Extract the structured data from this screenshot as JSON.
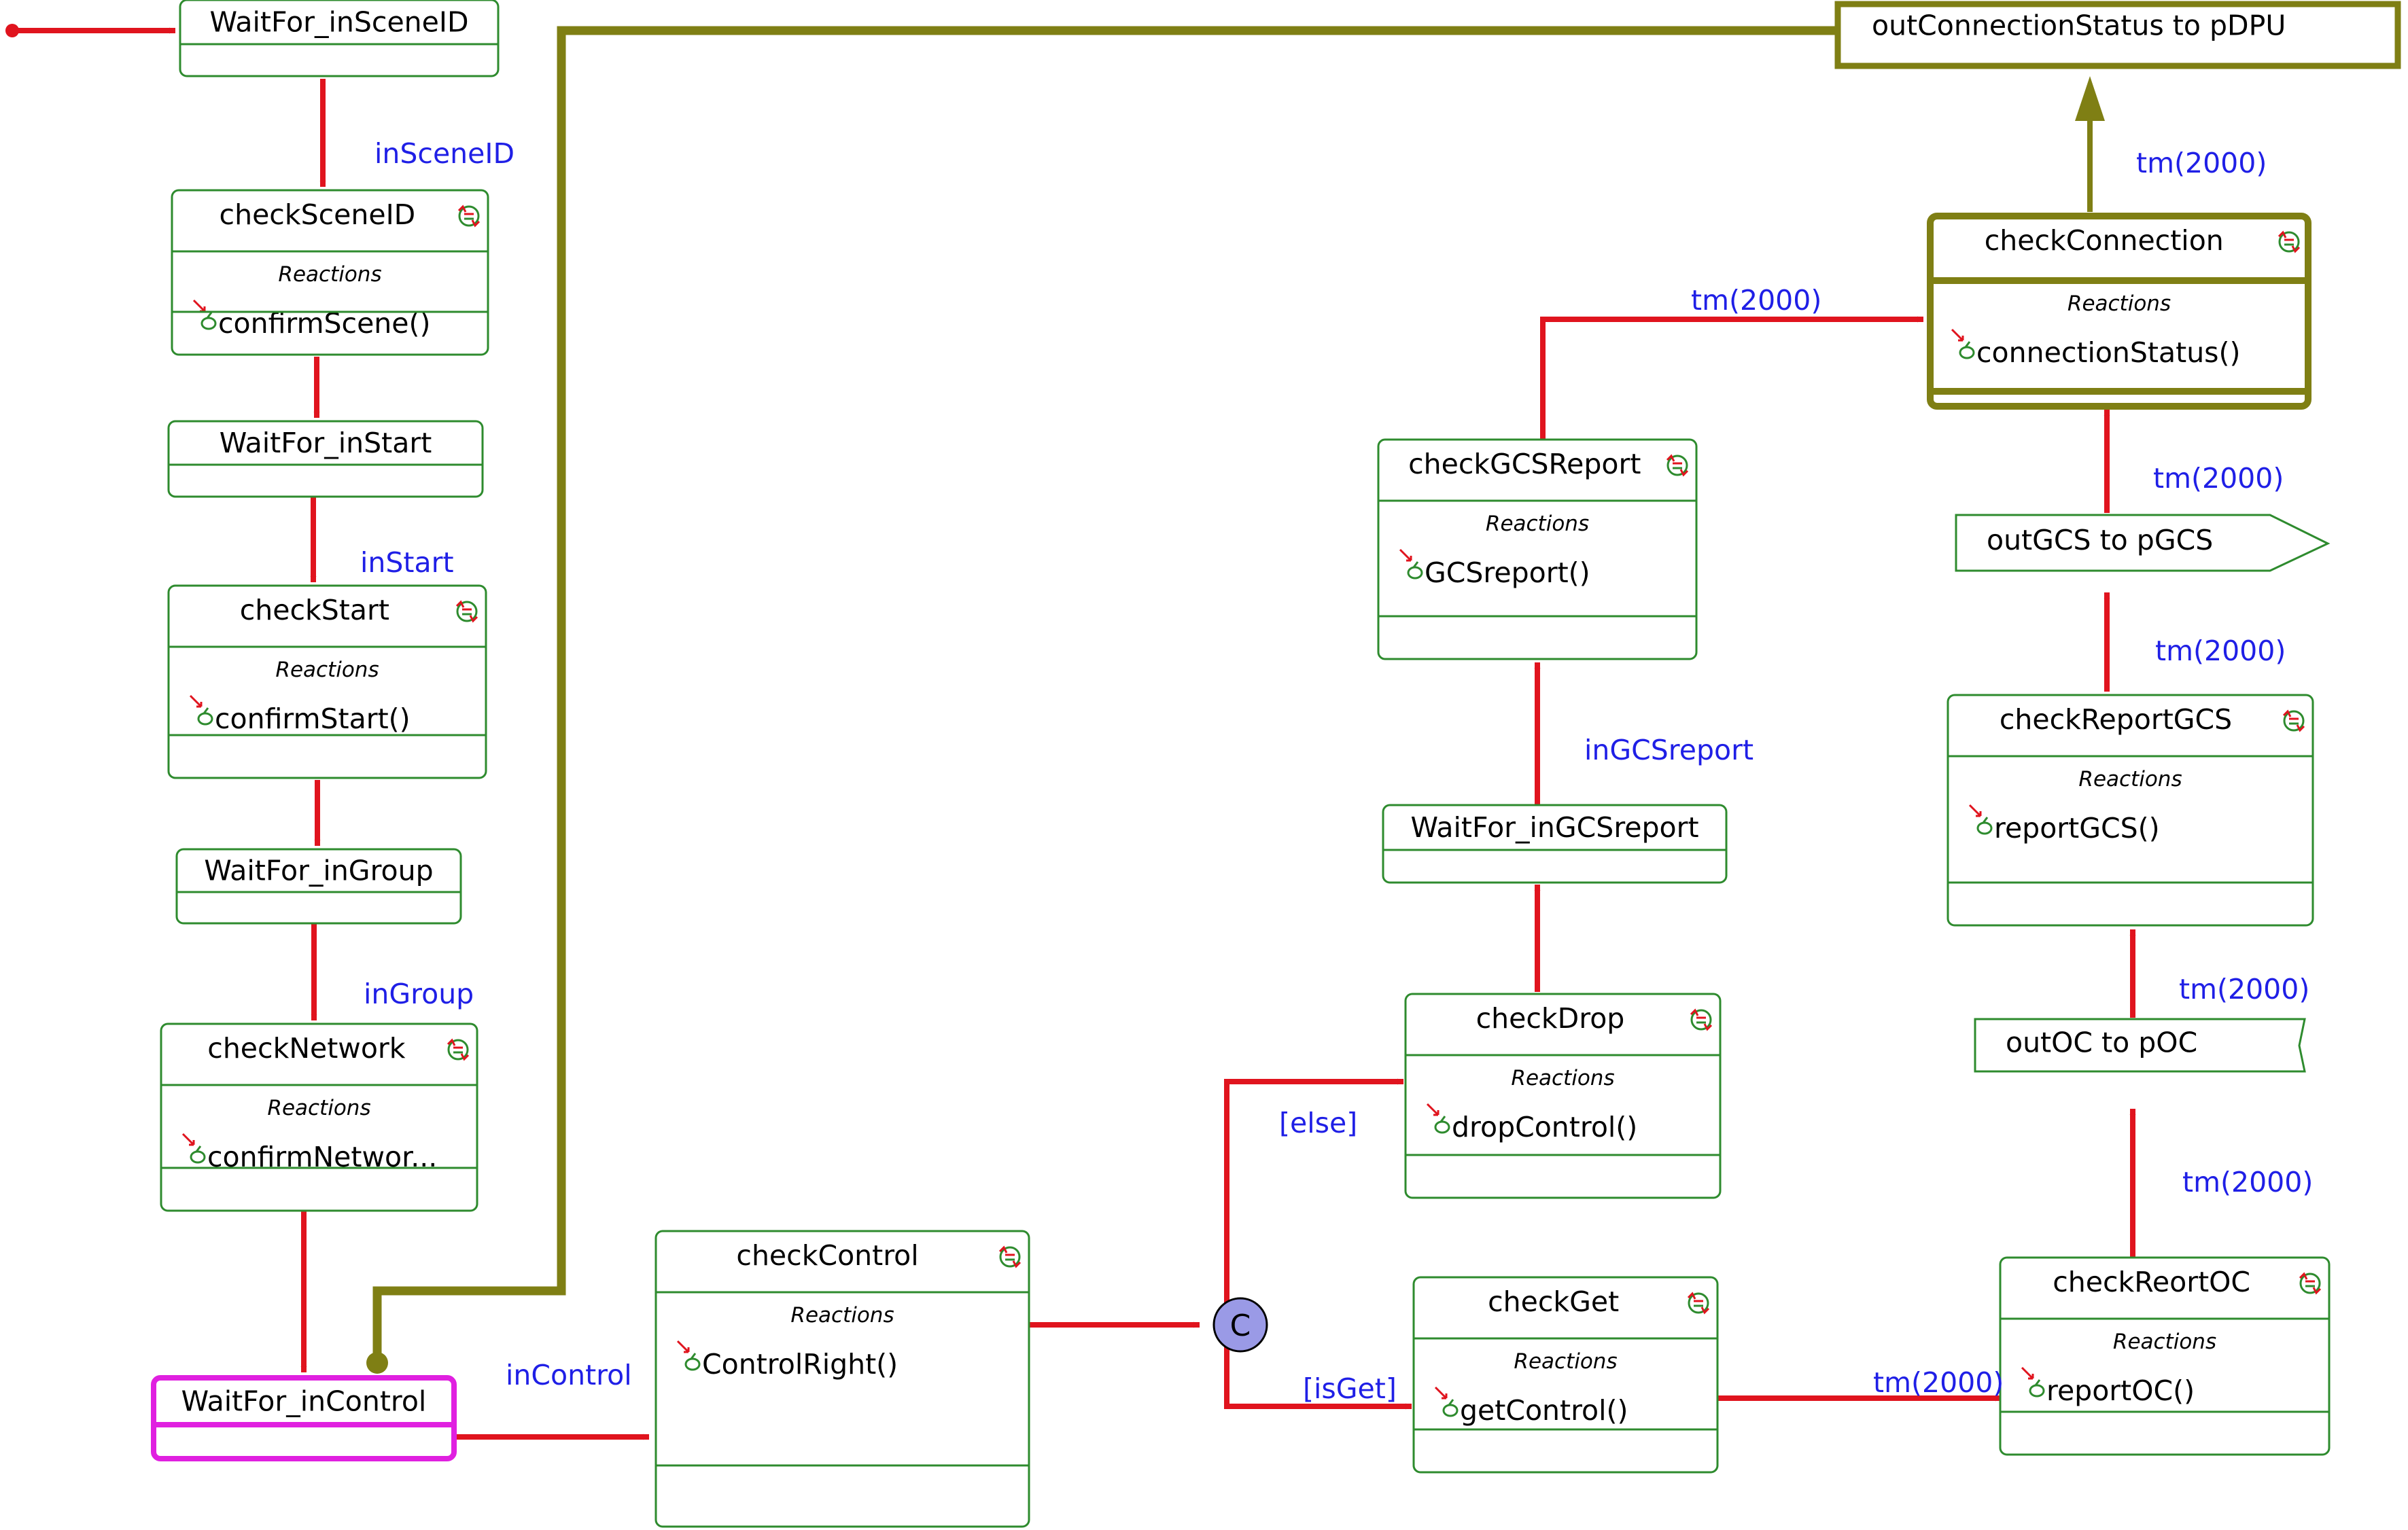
{
  "colors": {
    "state_border": "#2e8b2e",
    "transition": "#e0141e",
    "highlight_path": "#7f7f14",
    "edge_label": "#1f1fe6",
    "active_state": "#e020e0",
    "condition_fill": "#9a9ae6"
  },
  "icons": {
    "state_reaction": "reaction-cycle-icon",
    "reaction_item": "reaction-item-icon"
  },
  "reactions_header": "Reactions",
  "states": [
    {
      "id": "waitfor-insceneid",
      "name": "WaitFor_inSceneID",
      "reactions": []
    },
    {
      "id": "checksceneid",
      "name": "checkSceneID",
      "reactions": [
        "confirmScene()"
      ]
    },
    {
      "id": "waitfor-instart",
      "name": "WaitFor_inStart",
      "reactions": []
    },
    {
      "id": "checkstart",
      "name": "checkStart",
      "reactions": [
        "confirmStart()"
      ]
    },
    {
      "id": "waitfor-ingroup",
      "name": "WaitFor_inGroup",
      "reactions": []
    },
    {
      "id": "checknetwork",
      "name": "checkNetwork",
      "reactions": [
        "confirmNetwor..."
      ]
    },
    {
      "id": "waitfor-incontrol",
      "name": "WaitFor_inControl",
      "reactions": []
    },
    {
      "id": "checkcontrol",
      "name": "checkControl",
      "reactions": [
        "ControlRight()"
      ]
    },
    {
      "id": "checkget",
      "name": "checkGet",
      "reactions": [
        "getControl()"
      ]
    },
    {
      "id": "checkdrop",
      "name": "checkDrop",
      "reactions": [
        "dropControl()"
      ]
    },
    {
      "id": "waitfor-ingcsreport",
      "name": "WaitFor_inGCSreport",
      "reactions": []
    },
    {
      "id": "checkgcsreport",
      "name": "checkGCSReport",
      "reactions": [
        "GCSreport()"
      ]
    },
    {
      "id": "checkconnection",
      "name": "checkConnection",
      "reactions": [
        "connectionStatus()"
      ]
    },
    {
      "id": "checkreportgcs",
      "name": "checkReportGCS",
      "reactions": [
        "reportGCS()"
      ]
    },
    {
      "id": "checkreortoc",
      "name": "checkReortOC",
      "reactions": [
        "reportOC()"
      ]
    }
  ],
  "send_signals": [
    {
      "id": "outconnectionstatus",
      "label": "outConnectionStatus to pDPU"
    },
    {
      "id": "outgcs",
      "label": "outGCS to pGCS"
    },
    {
      "id": "outoc",
      "label": "outOC to pOC"
    }
  ],
  "condition_connector": {
    "label": "C"
  },
  "transition_labels": [
    {
      "id": "label-inSceneID",
      "text": "inSceneID"
    },
    {
      "id": "label-inStart",
      "text": "inStart"
    },
    {
      "id": "label-inGroup",
      "text": "inGroup"
    },
    {
      "id": "label-inControl",
      "text": "inControl"
    },
    {
      "id": "label-else",
      "text": "[else]"
    },
    {
      "id": "label-isGet",
      "text": "[isGet]"
    },
    {
      "id": "label-inGCSreport",
      "text": "inGCSreport"
    },
    {
      "id": "label-tm-gcsreport",
      "text": "tm(2000)"
    },
    {
      "id": "label-tm-connection",
      "text": "tm(2000)"
    },
    {
      "id": "label-tm-outgcs",
      "text": "tm(2000)"
    },
    {
      "id": "label-tm-reportgcs",
      "text": "tm(2000)"
    },
    {
      "id": "label-tm-outoc",
      "text": "tm(2000)"
    },
    {
      "id": "label-tm-reortoc",
      "text": "tm(2000)"
    },
    {
      "id": "label-tm-get",
      "text": "tm(2000)"
    }
  ]
}
